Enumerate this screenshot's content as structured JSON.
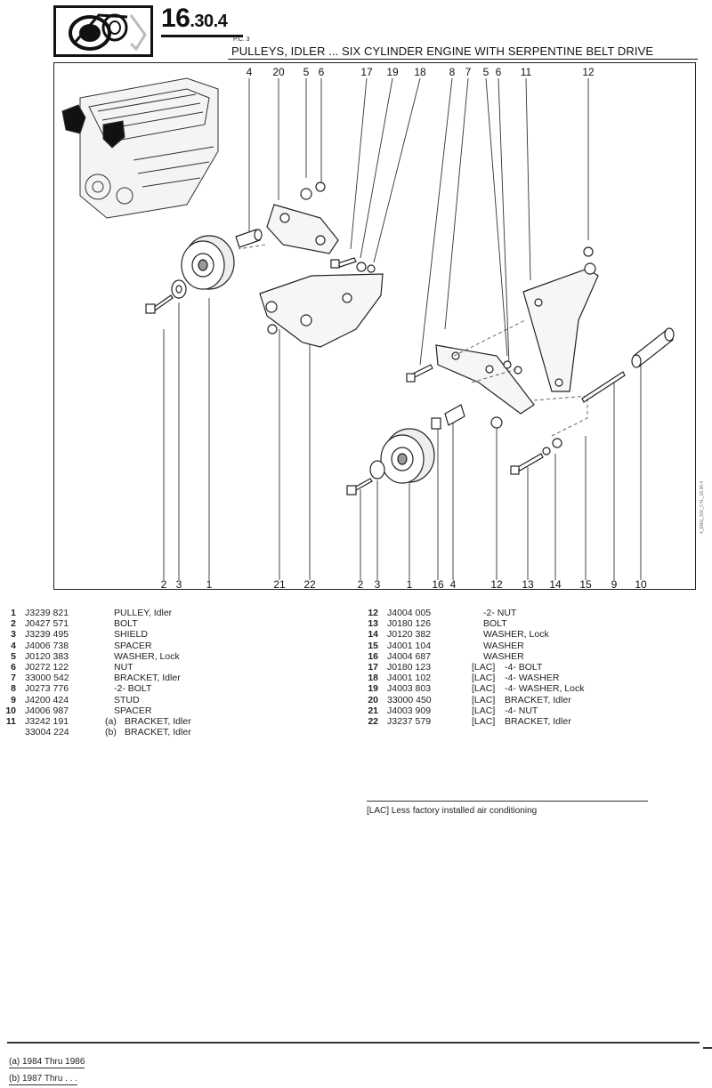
{
  "header": {
    "section_big": "16",
    "section_rest": ".30.",
    "section_small": "4",
    "pc_label": "P.C. 3",
    "title": "PULLEYS, IDLER ... SIX CYLINDER ENGINE WITH SERPENTINE BELT DRIVE"
  },
  "diagram": {
    "top_callouts": [
      "4",
      "20",
      "5",
      "6",
      "17",
      "19",
      "18",
      "8",
      "7",
      "5",
      "6",
      "11",
      "12"
    ],
    "bottom_callouts": [
      "2",
      "3",
      "1",
      "21",
      "22",
      "2",
      "3",
      "1",
      "16",
      "4",
      "12",
      "13",
      "14",
      "15",
      "9",
      "10"
    ]
  },
  "parts_left": [
    {
      "num": "1",
      "part_no": "J3239 821",
      "qualifier": "",
      "desc": "PULLEY, Idler"
    },
    {
      "num": "2",
      "part_no": "J0427 571",
      "qualifier": "",
      "desc": "BOLT"
    },
    {
      "num": "3",
      "part_no": "J3239 495",
      "qualifier": "",
      "desc": "SHIELD"
    },
    {
      "num": "4",
      "part_no": "J4006 738",
      "qualifier": "",
      "desc": "SPACER"
    },
    {
      "num": "5",
      "part_no": "J0120 383",
      "qualifier": "",
      "desc": "WASHER, Lock"
    },
    {
      "num": "6",
      "part_no": "J0272 122",
      "qualifier": "",
      "desc": "NUT"
    },
    {
      "num": "7",
      "part_no": "33000 542",
      "qualifier": "",
      "desc": "BRACKET, Idler"
    },
    {
      "num": "8",
      "part_no": "J0273 776",
      "qualifier": "",
      "desc": "-2- BOLT"
    },
    {
      "num": "9",
      "part_no": "J4200 424",
      "qualifier": "",
      "desc": "STUD"
    },
    {
      "num": "10",
      "part_no": "J4006 987",
      "qualifier": "",
      "desc": "SPACER"
    },
    {
      "num": "11",
      "part_no": "J3242 191",
      "qualifier": "(a)",
      "desc": "BRACKET, Idler"
    },
    {
      "num": "",
      "part_no": "33004 224",
      "qualifier": "(b)",
      "desc": "BRACKET, Idler"
    }
  ],
  "parts_right": [
    {
      "num": "12",
      "part_no": "J4004 005",
      "qualifier": "",
      "desc": "-2- NUT"
    },
    {
      "num": "13",
      "part_no": "J0180 126",
      "qualifier": "",
      "desc": "BOLT"
    },
    {
      "num": "14",
      "part_no": "J0120 382",
      "qualifier": "",
      "desc": "WASHER, Lock"
    },
    {
      "num": "15",
      "part_no": "J4001 104",
      "qualifier": "",
      "desc": "WASHER"
    },
    {
      "num": "16",
      "part_no": "J4004 687",
      "qualifier": "",
      "desc": "WASHER"
    },
    {
      "num": "17",
      "part_no": "J0180 123",
      "qualifier": "[LAC]",
      "desc": "-4- BOLT"
    },
    {
      "num": "18",
      "part_no": "J4001 102",
      "qualifier": "[LAC]",
      "desc": "-4- WASHER"
    },
    {
      "num": "19",
      "part_no": "J4003 803",
      "qualifier": "[LAC]",
      "desc": "-4- WASHER, Lock"
    },
    {
      "num": "20",
      "part_no": "33000 450",
      "qualifier": "[LAC]",
      "desc": "BRACKET, Idler"
    },
    {
      "num": "21",
      "part_no": "J4003 909",
      "qualifier": "[LAC]",
      "desc": "-4- NUT"
    },
    {
      "num": "22",
      "part_no": "J3237 579",
      "qualifier": "[LAC]",
      "desc": "BRACKET, Idler"
    }
  ],
  "note": "[LAC] Less factory installed air conditioning",
  "footnotes": {
    "a": "(a) 1984 Thru 1986",
    "b": "(b) 1987 Thru . . ."
  },
  "side_text": "4_ENG_SIX_CYL_16.30.4"
}
